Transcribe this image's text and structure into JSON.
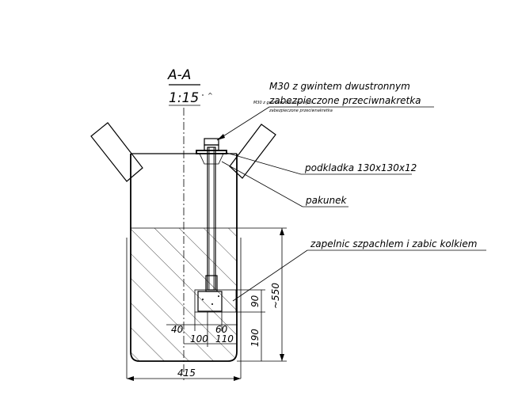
{
  "section": {
    "label": "A-A",
    "scale": "1:15",
    "small_mark": "^"
  },
  "callouts": {
    "bolt_line1": "M30 z gwintem dwustronnym",
    "bolt_line2": "zabezpieczone przeciwnakretka",
    "bolt_small_1": "M30 z gwintem dwustronnym",
    "bolt_small_2": "zabezpieczone przeciwnakretka",
    "washer": "podkladka 130x130x12",
    "packing": "pakunek",
    "fill": "zapelnic szpachlem i zabic kolkiem"
  },
  "dimensions": {
    "d40": "40",
    "d60": "60",
    "d100": "100",
    "d110": "110",
    "d90": "90",
    "d190": "190",
    "d550": "~550",
    "d415": "415"
  }
}
